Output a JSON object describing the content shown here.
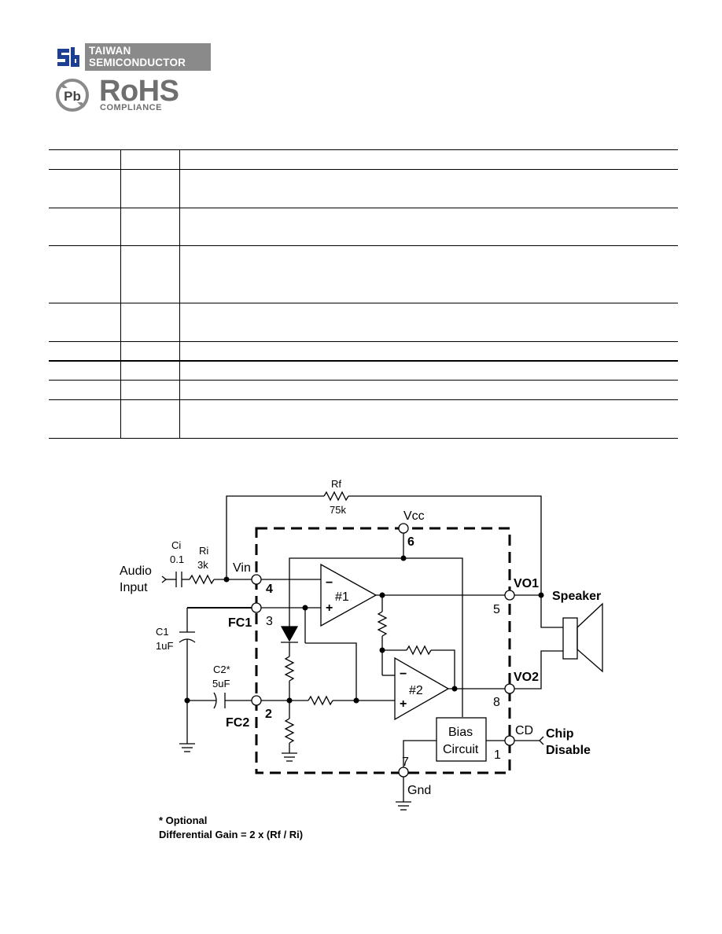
{
  "header": {
    "company_line1": "TAIWAN",
    "company_line2": "SEMICONDUCTOR",
    "pb_badge": "Pb",
    "rohs": "RoHS",
    "compliance": "COMPLIANCE",
    "icons": [
      "ts-logo-icon",
      "pb-free-icon"
    ]
  },
  "pin_table": {
    "rows": [
      {
        "pin": "",
        "name": "",
        "description": ""
      },
      {
        "pin": "",
        "name": "",
        "description": ""
      },
      {
        "pin": "",
        "name": "",
        "description": ""
      },
      {
        "pin": "",
        "name": "",
        "description": ""
      },
      {
        "pin": "",
        "name": "",
        "description": ""
      },
      {
        "pin": "",
        "name": "",
        "description": ""
      },
      {
        "pin": "",
        "name": "",
        "description": ""
      },
      {
        "pin": "",
        "name": "",
        "description": ""
      }
    ]
  },
  "schematic": {
    "rf_name": "Rf",
    "rf_value": "75k",
    "vcc": "Vcc",
    "ci_name": "Ci",
    "ci_value": "0.1",
    "ri_name": "Ri",
    "ri_value": "3k",
    "vin": "Vin",
    "audio_line1": "Audio",
    "audio_line2": "Input",
    "pin4": "4",
    "pin3": "3",
    "pin6": "6",
    "pin5": "5",
    "pin8": "8",
    "pin2": "2",
    "pin7": "7",
    "pin1": "1",
    "fc1": "FC1",
    "fc2": "FC2",
    "c1_name": "C1",
    "c1_value": "1uF",
    "c2_name": "C2*",
    "c2_value": "5uF",
    "amp1": "#1",
    "amp2": "#2",
    "minus": "−",
    "plus": "+",
    "vo1": "VO1",
    "vo2": "VO2",
    "speaker": "Speaker",
    "bias_line1": "Bias",
    "bias_line2": "Circuit",
    "cd": "CD",
    "chip_line1": "Chip",
    "chip_line2": "Disable",
    "gnd": "Gnd"
  },
  "notes": {
    "optional": "* Optional",
    "gain": "Differential Gain = 2 x (Rf / Ri)"
  }
}
